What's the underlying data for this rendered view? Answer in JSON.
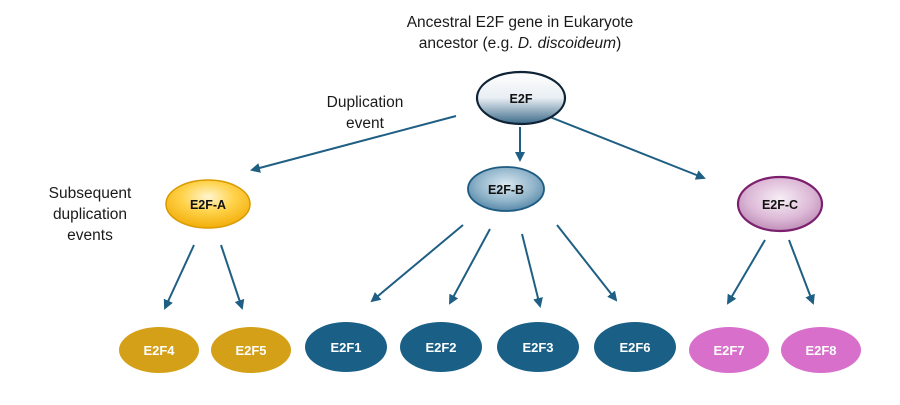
{
  "title": {
    "line1": "Ancestral E2F gene in Eukaryote",
    "line2_prefix": "ancestor (e.g. ",
    "line2_italic": "D. discoideum",
    "line2_suffix": ")"
  },
  "annotations": {
    "duplication_line1": "Duplication",
    "duplication_line2": "event",
    "subsequent_line1": "Subsequent",
    "subsequent_line2": "duplication",
    "subsequent_line3": "events"
  },
  "root": {
    "label": "E2F"
  },
  "groups": [
    {
      "id": "A",
      "label": "E2F-A",
      "color": "#f5b400",
      "leaf_color": "#d4a017",
      "children": [
        "E2F4",
        "E2F5"
      ]
    },
    {
      "id": "B",
      "label": "E2F-B",
      "color": "#1a5f86",
      "leaf_color": "#1a5f86",
      "children": [
        "E2F1",
        "E2F2",
        "E2F3",
        "E2F6"
      ]
    },
    {
      "id": "C",
      "label": "E2F-C",
      "color": "#7b1f6e",
      "leaf_color": "#d86fcb",
      "children": [
        "E2F7",
        "E2F8"
      ]
    }
  ],
  "colors": {
    "arrow": "#1f5f84",
    "text": "#1a1a1a"
  }
}
